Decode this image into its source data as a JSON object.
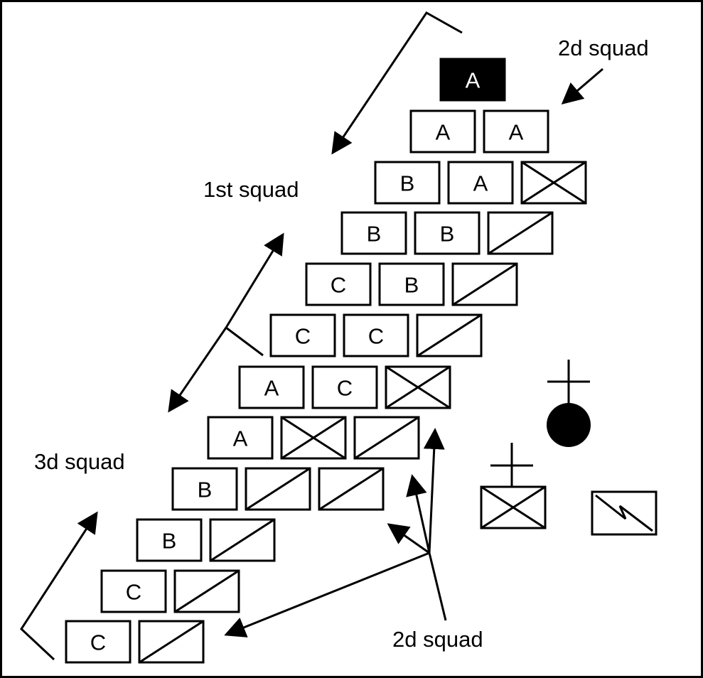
{
  "labels": {
    "squad_top_right": "2d squad",
    "squad_first": "1st squad",
    "squad_third": "3d squad",
    "squad_bottom": "2d squad"
  },
  "rows": [
    [
      "A"
    ],
    [
      "A",
      "A"
    ],
    [
      "B",
      "A",
      "X"
    ],
    [
      "B",
      "B",
      "/"
    ],
    [
      "C",
      "B",
      "/"
    ],
    [
      "C",
      "C",
      "/"
    ],
    [
      "A",
      "C",
      "X"
    ],
    [
      "A",
      "X",
      "/"
    ],
    [
      "B",
      "/",
      "/"
    ],
    [
      "B",
      "/"
    ],
    [
      "C",
      "/"
    ],
    [
      "C",
      "/"
    ]
  ],
  "colors": {
    "ink": "#000000",
    "paper": "#ffffff"
  }
}
